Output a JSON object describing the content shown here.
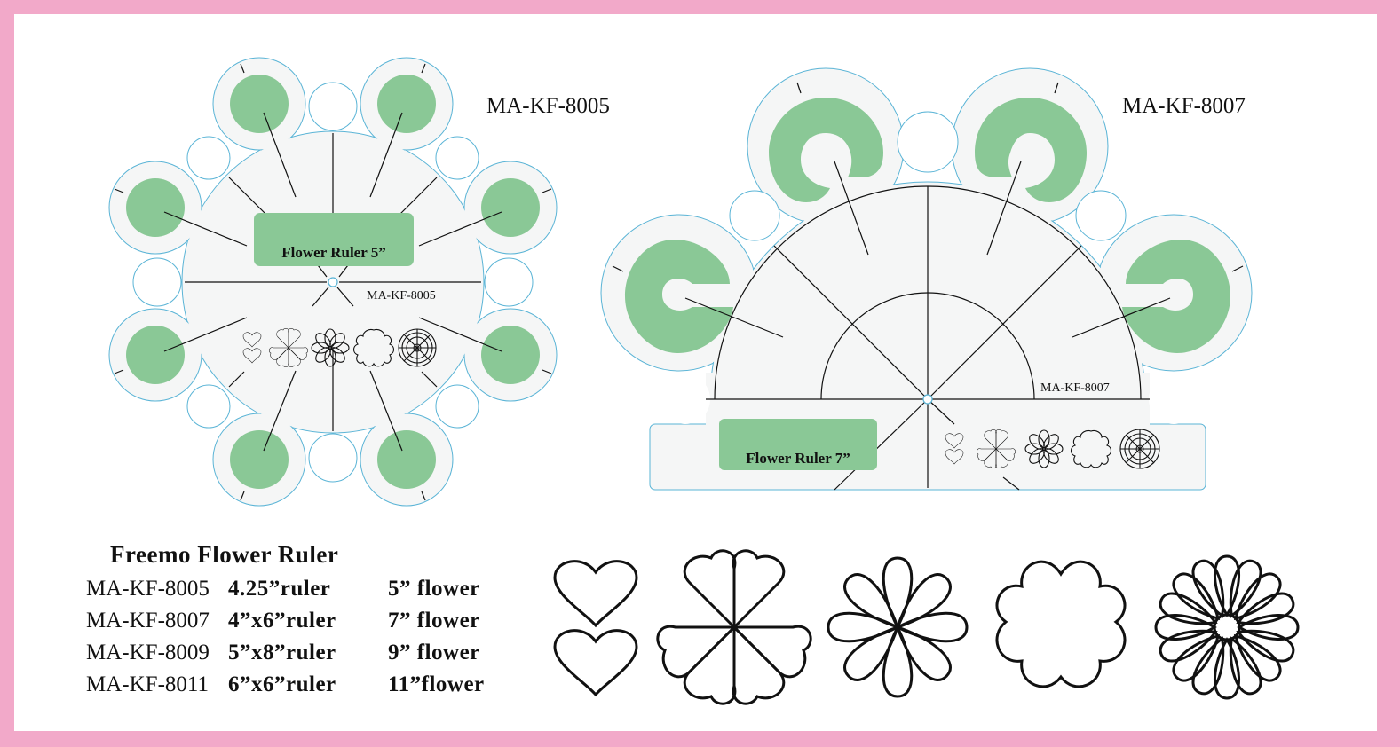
{
  "ruler_5": {
    "model": "MA-KF-8005",
    "name_label": "Flower Ruler 5”",
    "code_label": "MA-KF-8005"
  },
  "ruler_7": {
    "model": "MA-KF-8007",
    "name_label": "Flower Ruler 7”",
    "code_label": "MA-KF-8007"
  },
  "product": {
    "title": "Freemo Flower Ruler",
    "specs": [
      {
        "code": "MA-KF-8005",
        "ruler": "4.25”ruler",
        "flower": "5” flower"
      },
      {
        "code": "MA-KF-8007",
        "ruler": "4”x6”ruler",
        "flower": "7” flower"
      },
      {
        "code": "MA-KF-8009",
        "ruler": "5”x8”ruler",
        "flower": "9” flower"
      },
      {
        "code": "MA-KF-8011",
        "ruler": "6”x6”ruler",
        "flower": "11”flower"
      }
    ]
  },
  "flower_designs": [
    "heart-pair-icon",
    "four-heart-flower-icon",
    "eight-petal-flower-icon",
    "scalloped-flower-icon",
    "sixteen-petal-flower-icon"
  ],
  "colors": {
    "border": "#f2a9c9",
    "background": "#ffffff",
    "ruler_fill": "#f5f6f6",
    "ruler_outline": "#5ab4d6",
    "accent_green": "#8ac896",
    "ink": "#111111"
  }
}
